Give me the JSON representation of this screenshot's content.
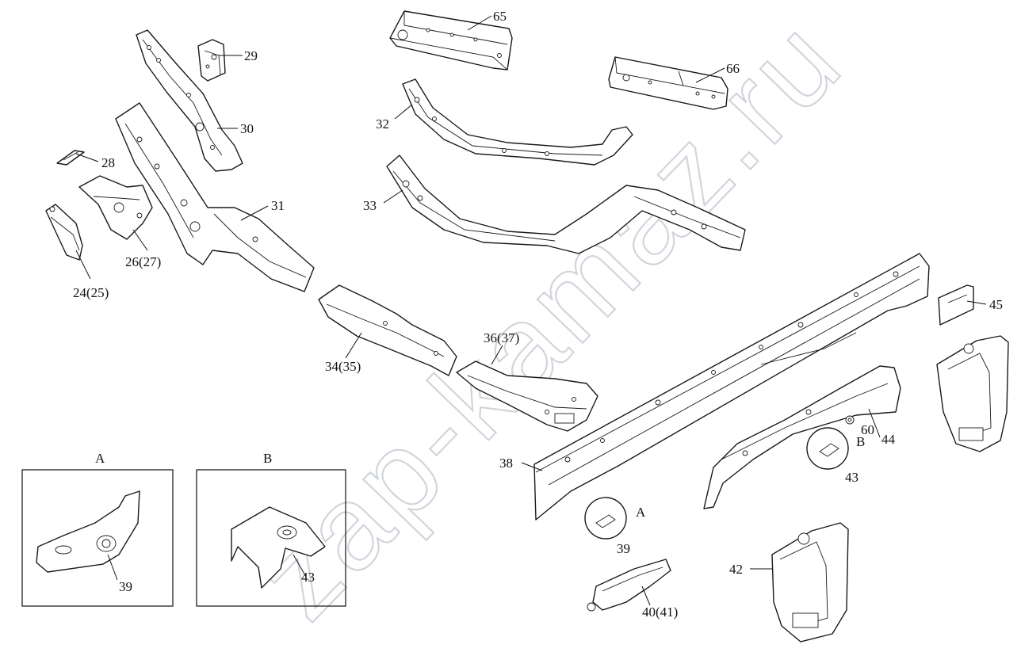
{
  "watermark": "zap-kamaz.ru",
  "labels": {
    "p24": "24(25)",
    "p26": "26(27)",
    "p28": "28",
    "p29": "29",
    "p30": "30",
    "p31": "31",
    "p32": "32",
    "p33": "33",
    "p34": "34(35)",
    "p36": "36(37)",
    "p38": "38",
    "p39": "39",
    "p40": "40(41)",
    "p42": "42",
    "p43": "43",
    "p44": "44",
    "p45": "45",
    "p60": "60",
    "p65": "65",
    "p66": "66",
    "callA": "A",
    "callB": "B",
    "boxA_title": "A",
    "boxB_title": "B",
    "boxA_part": "39",
    "boxB_part": "43"
  }
}
